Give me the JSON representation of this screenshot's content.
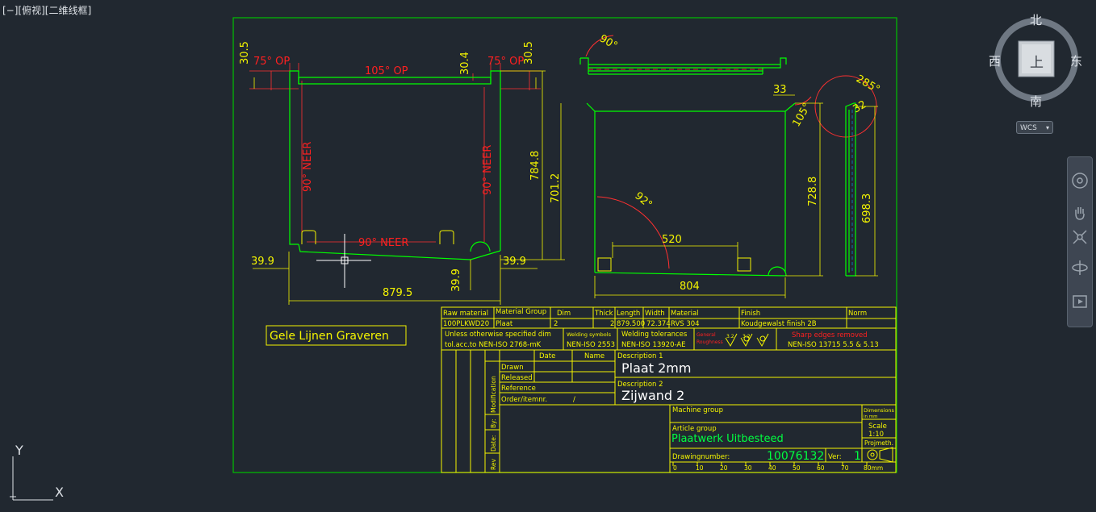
{
  "viewport": {
    "label_parts": [
      "[−]",
      "[俯视]",
      "[二维线框]"
    ]
  },
  "viewcube": {
    "north": "北",
    "south": "南",
    "east": "东",
    "west": "西",
    "top_face": "上",
    "wcs_label": "WCS"
  },
  "ucs": {
    "x_label": "X",
    "y_label": "Y"
  },
  "navbar": {
    "tools": [
      "steering-wheel-icon",
      "pan-icon",
      "zoom-extents-icon",
      "orbit-icon",
      "showmotion-icon"
    ]
  },
  "colors": {
    "background": "#212830",
    "frame": "#00c000",
    "part": "#00ff00",
    "dimension": "#f5f500",
    "annotation_red": "#ff2020",
    "titleblock": "#f5f500",
    "extension_lines": "#ff3030"
  },
  "drawing": {
    "left_view": {
      "dims": {
        "top_left_flange": "30.5",
        "top_right_flange": "30.5",
        "top_inner": "30.4",
        "left_gap": "39.9",
        "right_gap": "39.9",
        "bottom_gap": "39.9",
        "overall_width": "879.5",
        "height_inner": "701.2",
        "height_outer": "784.8"
      },
      "bends": {
        "left_top": "75° OP",
        "right_top": "75° OP",
        "top": "105° OP",
        "left_side": "90° NEER",
        "right_side": "90° NEER",
        "bottom": "90° NEER"
      }
    },
    "top_view": {
      "angle": "90°"
    },
    "front_view": {
      "dims": {
        "angle_top": "33",
        "angle_corner": "105°",
        "width_inner": "520",
        "width_overall": "804",
        "height": "728.8",
        "angle_inner": "92°"
      }
    },
    "side_view": {
      "dims": {
        "angle": "285°",
        "flange": "32",
        "height": "698.3"
      }
    },
    "engrave_note": "Gele Lijnen Graveren"
  },
  "titleblock": {
    "header": [
      "Raw material",
      "Material Group",
      "Dim",
      "Thick",
      "Length",
      "Width",
      "Material",
      "Finish",
      "Norm"
    ],
    "values": [
      "100PLKWD20",
      "Plaat",
      "2",
      "2",
      "879.500",
      "72.374",
      "RVS 304",
      "Koudgewalst finish 2B",
      ""
    ],
    "tolerance_label": "Unless otherwise specified dim",
    "tolerance_value": "tol.acc.to NEN-ISO 2768-mK",
    "welding_symbols_label": "Welding symbols",
    "welding_symbols_value": "NEN-ISO 2553",
    "welding_tol_label": "Welding tolerances",
    "welding_tol_value": "NEN-ISO 13920-AE",
    "roughness_label_1": "General",
    "roughness_label_2": "Roughness",
    "roughness_values": [
      "3.2",
      "3.2"
    ],
    "sharp_edges_label": "Sharp edges removed",
    "sharp_edges_value": "NEN-ISO 13715 5.5 & 5.13",
    "date_header": "Date",
    "name_header": "Name",
    "rows": [
      "Drawn",
      "Released",
      "Reference",
      "Order/itemnr."
    ],
    "order_sep": "/",
    "vertical_labels": [
      "Modification",
      "By:",
      "Date:",
      "Rev"
    ],
    "description1_label": "Description 1",
    "description1_value": "Plaat 2mm",
    "description2_label": "Description 2",
    "description2_value": "Zijwand 2",
    "machine_group_label": "Machine group",
    "article_group_label": "Article group",
    "article_group_value": "Plaatwerk Uitbesteed",
    "dimensions_label": "Dimensions",
    "dimensions_unit": "in mm",
    "scale_label": "Scale",
    "scale_value": "1:10",
    "projection_label": "Projmeth.",
    "drawing_number_label": "Drawingnumber:",
    "drawing_number": "10076132",
    "version_label": "Ver:",
    "version": "1",
    "ruler": [
      "0",
      "10",
      "20",
      "30",
      "40",
      "50",
      "60",
      "70",
      "80mm"
    ]
  }
}
